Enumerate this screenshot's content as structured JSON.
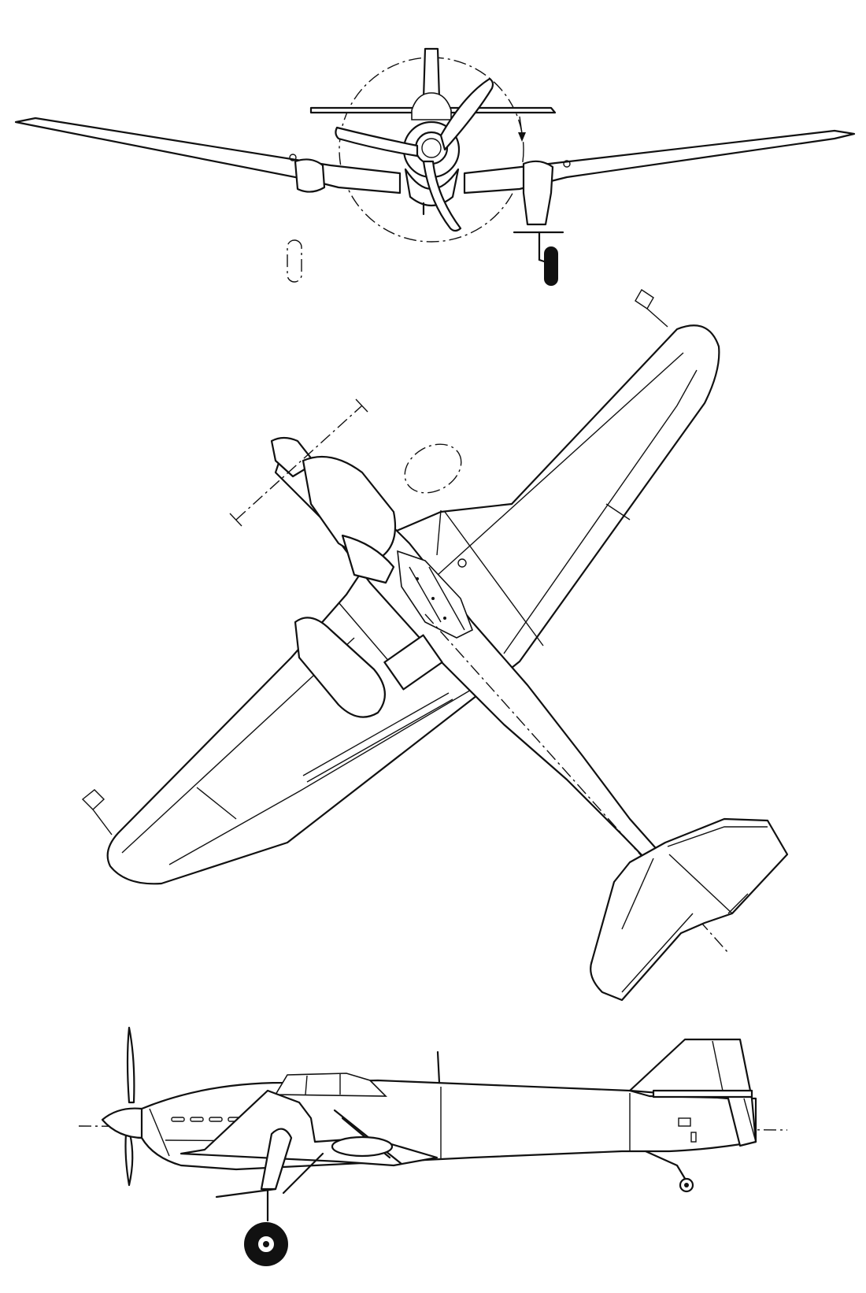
{
  "drawing": {
    "views": [
      "front",
      "plan",
      "side"
    ],
    "line_color": "#111111",
    "background": "#ffffff"
  }
}
